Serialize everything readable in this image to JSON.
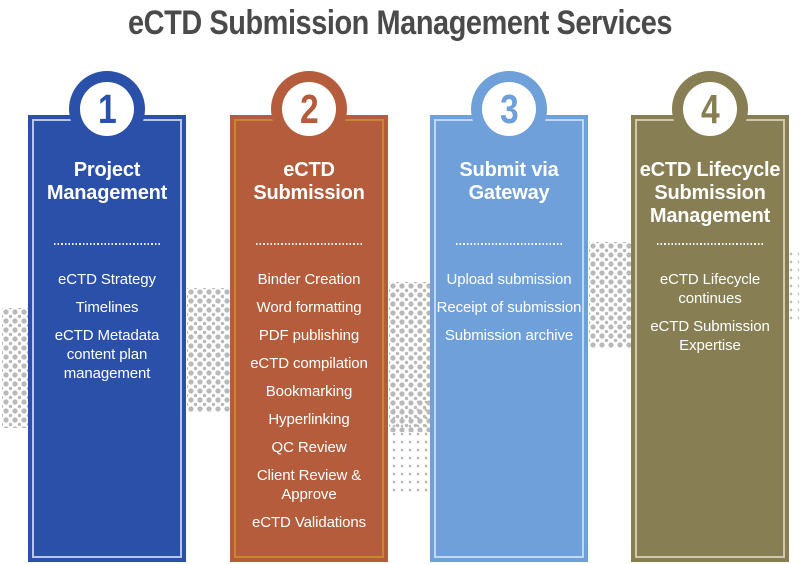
{
  "title": "eCTD Submission Management Services",
  "title_color": "#4a4a4a",
  "decoration": {
    "halftone_dot_color": "#b9b9b9"
  },
  "columns": [
    {
      "number": "1",
      "heading": "Project Management",
      "items": [
        "eCTD Strategy",
        "Timelines",
        "eCTD Metadata content plan management"
      ],
      "colors": {
        "bg": "#2b50a9",
        "inner_border": "#b9c6e6",
        "number": "#2b50a9",
        "text": "#ffffff"
      }
    },
    {
      "number": "2",
      "heading": "eCTD Submission",
      "items": [
        "Binder Creation",
        "Word formatting",
        "PDF publishing",
        "eCTD compilation",
        "Bookmarking",
        "Hyperlinking",
        "QC Review",
        "Client Review & Approve",
        "eCTD Validations"
      ],
      "colors": {
        "bg": "#b45c3b",
        "inner_border": "#c8872f",
        "number": "#b45c3b",
        "text": "#ffffff"
      }
    },
    {
      "number": "3",
      "heading": "Submit via Gateway",
      "items": [
        "Upload submission",
        "Receipt of submission",
        "Submission archive"
      ],
      "colors": {
        "bg": "#6fa0d9",
        "inner_border": "#c3d8ef",
        "number": "#6fa0d9",
        "text": "#ffffff"
      }
    },
    {
      "number": "4",
      "heading": "eCTD Lifecycle Submission Management",
      "items": [
        "eCTD Lifecycle continues",
        "eCTD Submission Expertise"
      ],
      "colors": {
        "bg": "#877e54",
        "inner_border": "#cfc9ac",
        "number": "#877e54",
        "text": "#ffffff"
      }
    }
  ]
}
